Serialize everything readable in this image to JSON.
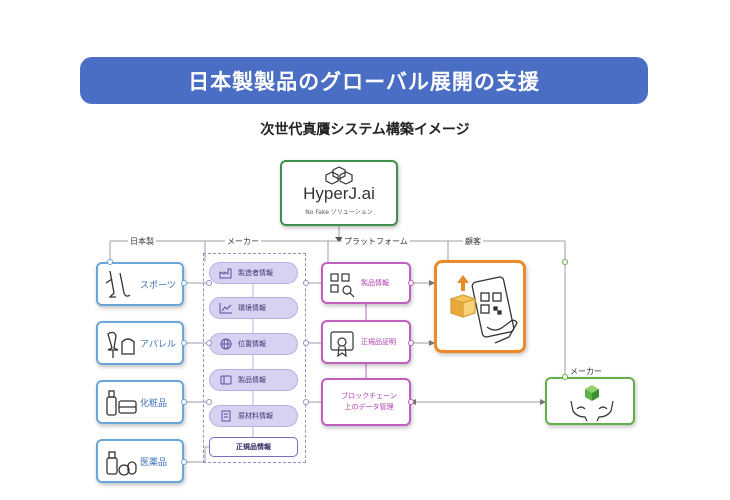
{
  "banner": {
    "title": "日本製製品のグローバル展開の支援"
  },
  "subtitle": "次世代真贋システム構築イメージ",
  "hyper": {
    "name": "HyperJ.ai",
    "tagline": "No Fake ソリューション"
  },
  "sections": {
    "japan": "日本製",
    "maker": "メーカー",
    "platform": "プラットフォーム",
    "customer": "顧客",
    "maker_right": "メーカー"
  },
  "japan_items": [
    {
      "label": "スポーツ",
      "icon": "golf-club-icon"
    },
    {
      "label": "アパレル",
      "icon": "mannequin-icon"
    },
    {
      "label": "化粧品",
      "icon": "cosmetics-icon"
    },
    {
      "label": "医薬品",
      "icon": "medicine-icon"
    }
  ],
  "maker_items": [
    {
      "label": "製造者情報",
      "icon": "factory-icon"
    },
    {
      "label": "環境情報",
      "icon": "chart-icon"
    },
    {
      "label": "位置情報",
      "icon": "globe-icon"
    },
    {
      "label": "製品情報",
      "icon": "cart-icon"
    },
    {
      "label": "原材料情報",
      "icon": "document-icon"
    }
  ],
  "maker_badge": "正規品情報",
  "platform_items": [
    {
      "label": "製品情報",
      "icon": "qr-search-icon"
    },
    {
      "label": "正規品証明",
      "icon": "certificate-icon"
    },
    {
      "label": "ブロックチェーン\n上のデータ管理",
      "icon": ""
    }
  ],
  "colors": {
    "banner": "#4a6ec3",
    "japan": "#6aa6d8",
    "maker": "#b8aee0",
    "platform": "#c05fc0",
    "customer": "#ee8a2a",
    "maker_right": "#62b046",
    "hyper": "#3f8e4c"
  }
}
